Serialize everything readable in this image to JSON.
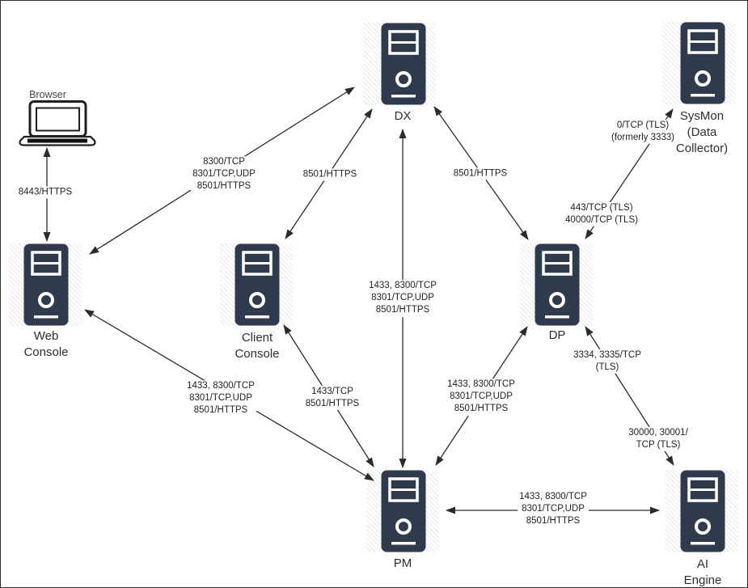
{
  "diagram": {
    "colors": {
      "server_fill": "#2f3b4c",
      "server_detail": "#ffffff",
      "line": "#2b2b2b",
      "text": "#1f1f1f",
      "browser_label_text": "#4a4240",
      "canvas_border": "#2e2e2e"
    },
    "nodes": {
      "browser": {
        "label": "Browser",
        "icon": "laptop-icon"
      },
      "dx": {
        "label": "DX",
        "icon": "server-icon"
      },
      "sysmon": {
        "label": "SysMon\n(Data\nCollector)",
        "icon": "server-icon"
      },
      "web_console": {
        "label": "Web\nConsole",
        "icon": "server-icon"
      },
      "client_console": {
        "label": "Client\nConsole",
        "icon": "server-icon"
      },
      "dp": {
        "label": "DP",
        "icon": "server-icon"
      },
      "pm": {
        "label": "PM",
        "icon": "server-icon"
      },
      "ai_engine": {
        "label": "AI Engine",
        "icon": "server-icon"
      }
    },
    "edges": {
      "browser_web_console": {
        "from": "Browser",
        "to": "Web Console",
        "bidirectional": true,
        "label": "8443/HTTPS"
      },
      "web_console_dx": {
        "from": "Web Console",
        "to": "DX",
        "bidirectional": true,
        "label": "8300/TCP\n8301/TCP,UDP\n8501/HTTPS"
      },
      "client_console_dx": {
        "from": "Client Console",
        "to": "DX",
        "bidirectional": true,
        "label": "8501/HTTPS"
      },
      "pm_dx": {
        "from": "PM",
        "to": "DX",
        "bidirectional": true,
        "label": "1433, 8300/TCP\n8301/TCP,UDP\n8501/HTTPS"
      },
      "dx_dp": {
        "from": "DX",
        "to": "DP",
        "bidirectional": true,
        "label": "8501/HTTPS"
      },
      "dp_sysmon": {
        "from": "DP",
        "to": "SysMon (Data Collector)",
        "bidirectional": true,
        "label_upper": "0/TCP (TLS)\n(formerly 3333)",
        "label_lower": "443/TCP (TLS)\n40000/TCP (TLS)"
      },
      "web_console_pm": {
        "from": "Web Console",
        "to": "PM",
        "bidirectional": true,
        "label": "1433, 8300/TCP\n8301/TCP,UDP\n8501/HTTPS"
      },
      "client_console_pm": {
        "from": "Client Console",
        "to": "PM",
        "bidirectional": true,
        "label": "1433/TCP\n8501/HTTPS"
      },
      "dp_pm": {
        "from": "DP",
        "to": "PM",
        "bidirectional": true,
        "label": "1433, 8300/TCP\n8301/TCP,UDP\n8501/HTTPS"
      },
      "dp_ai_engine": {
        "from": "DP",
        "to": "AI Engine",
        "bidirectional": true,
        "label_upper": "3334, 3335/TCP\n(TLS)",
        "label_lower": "30000, 30001/\nTCP (TLS)"
      },
      "pm_ai_engine": {
        "from": "PM",
        "to": "AI Engine",
        "bidirectional": true,
        "label": "1433, 8300/TCP\n8301/TCP,UDP\n8501/HTTPS"
      }
    }
  }
}
